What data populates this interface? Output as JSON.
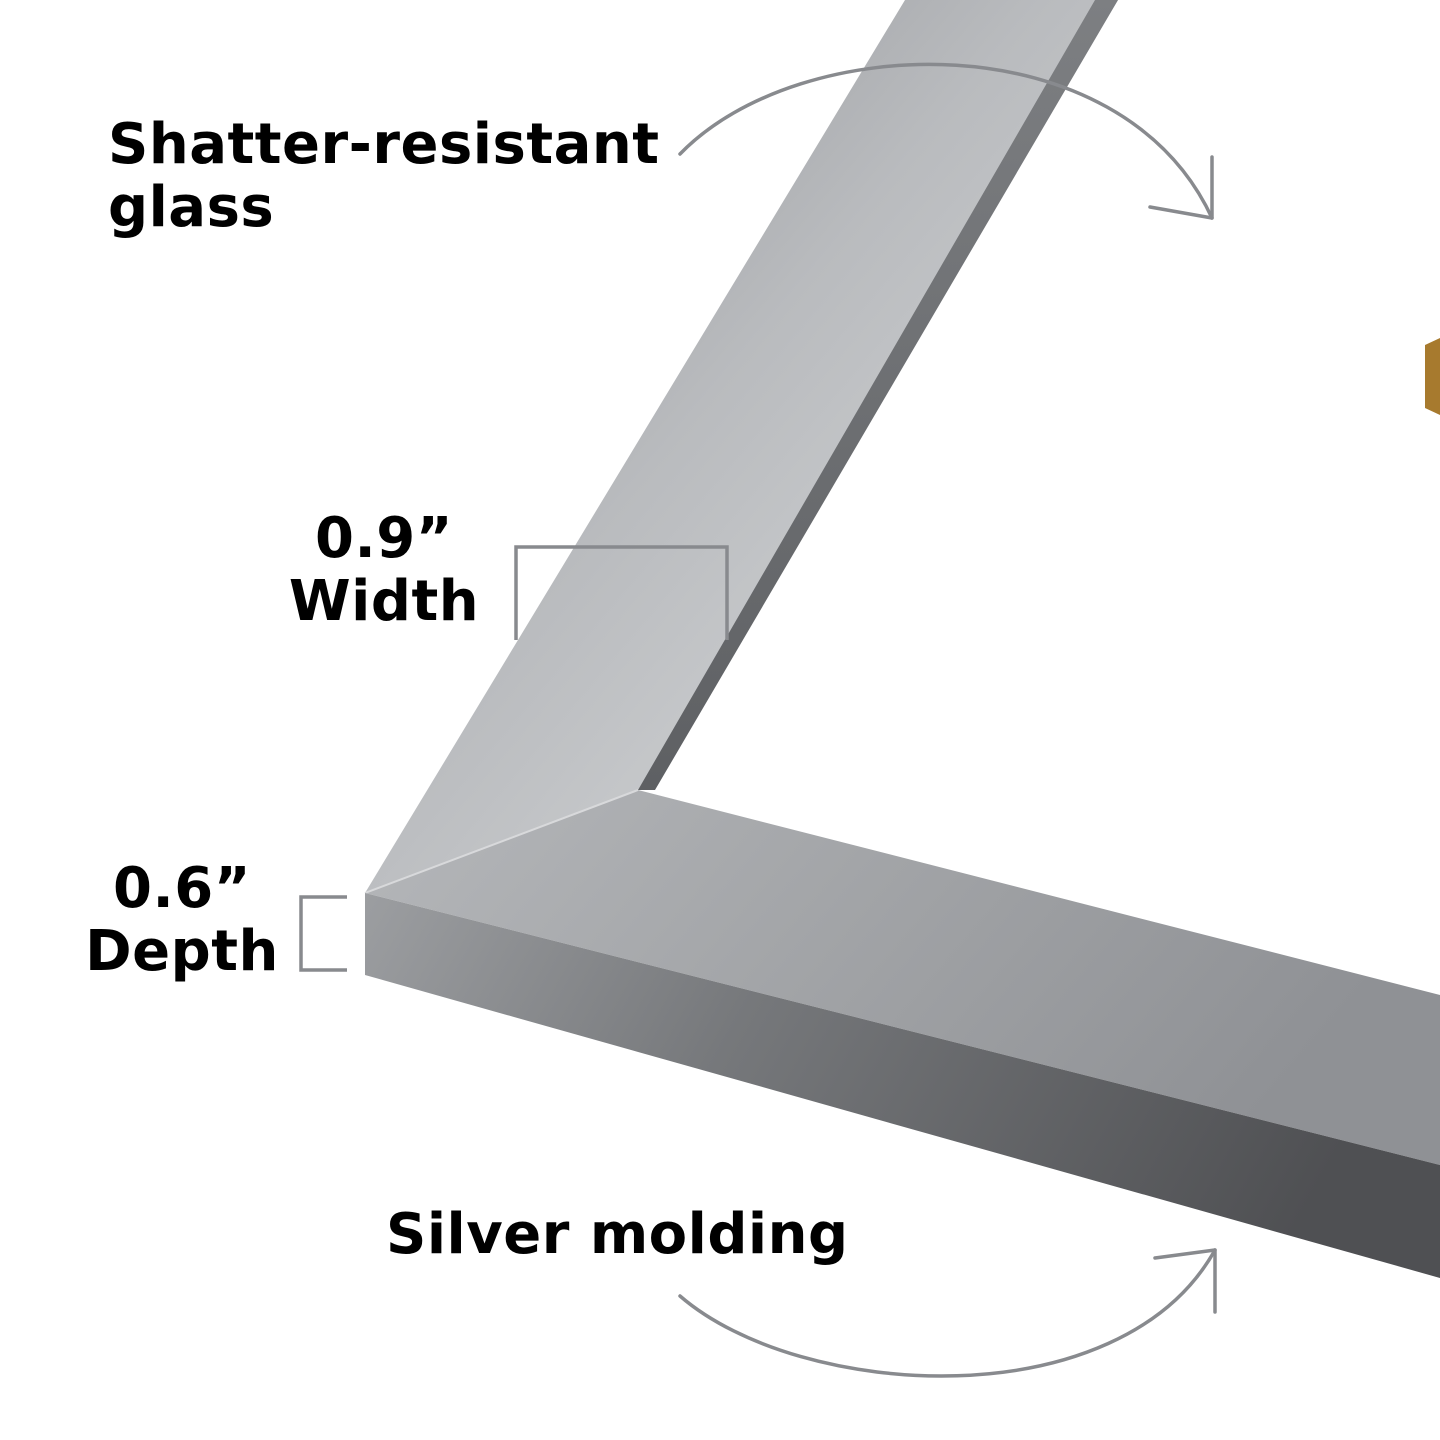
{
  "labels": {
    "glass": {
      "line1": "Shatter-resistant",
      "line2": "glass"
    },
    "width": {
      "value": "0.9”",
      "word": "Width"
    },
    "depth": {
      "value": "0.6”",
      "word": "Depth"
    },
    "molding": "Silver molding"
  },
  "colors": {
    "frame_light": "#c3c5c8",
    "frame_mid": "#9fa1a4",
    "frame_dark": "#6a6b6e",
    "annotation": "#888a8e",
    "text": "#000000"
  },
  "icons": {
    "glass_arrow": "curved-arrow-down-right",
    "molding_arrow": "curved-arrow-up-right"
  }
}
